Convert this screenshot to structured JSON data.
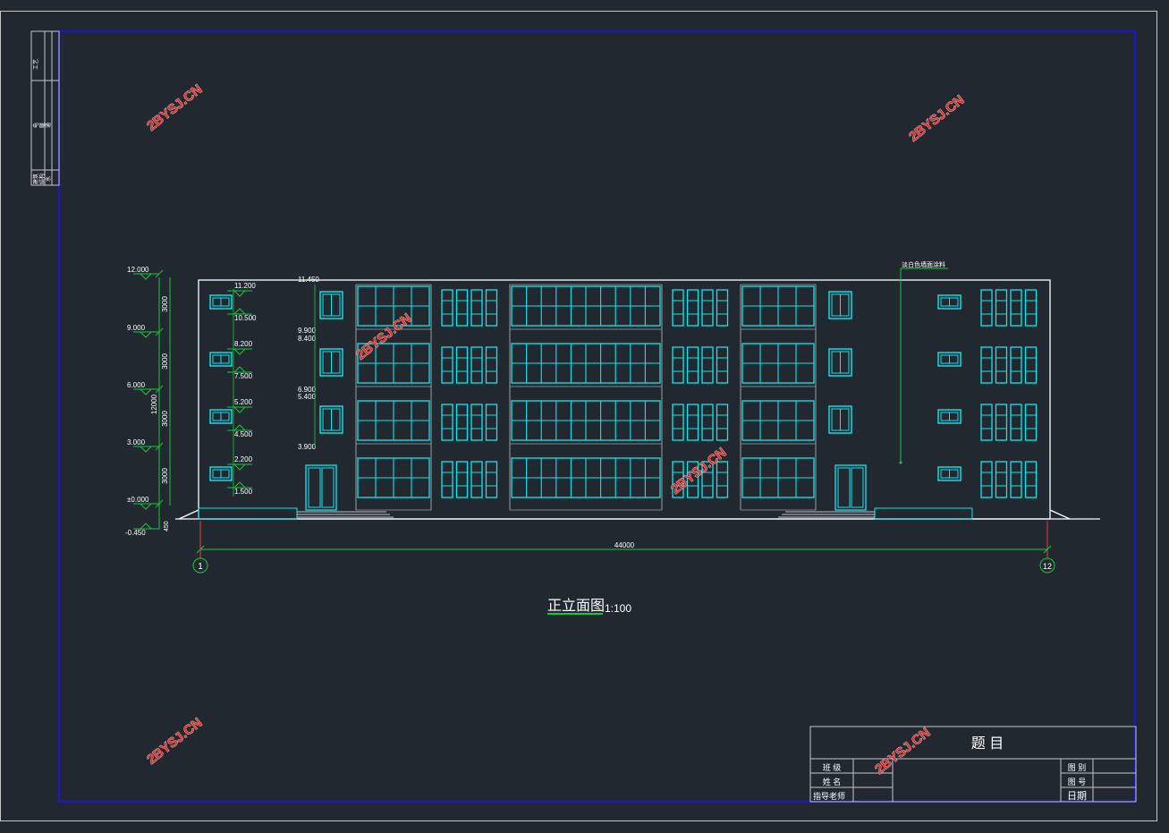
{
  "palette": {
    "background": "#212830",
    "outline": "#ffffff",
    "window": "#19e3ea",
    "dimension": "#19c83a",
    "frame": "#1a1ab8",
    "watermark": "#e2312c",
    "axis_marker": "#e8403c"
  },
  "drawing": {
    "title": "正立面图",
    "scale": "1:100",
    "total_width_dim": "44000",
    "axis_start": "1",
    "axis_end": "12",
    "side_note": "淡白色墙面涂料",
    "ground_level": "-0.450",
    "ground_height_dim": "450"
  },
  "levels": [
    "12.000",
    "9.000",
    "6.000",
    "3.000",
    "±0.000"
  ],
  "storey_dims": [
    "3000",
    "3000",
    "3000",
    "3000"
  ],
  "overall_dim": "12000",
  "col1_marks": [
    "11.200",
    "10.500",
    "8.200",
    "7.500",
    "5.200",
    "4.500",
    "2.200",
    "1.500"
  ],
  "col2_marks": [
    "11.450",
    "9.900",
    "8.400",
    "6.900",
    "5.400",
    "3.900"
  ],
  "watermark": "2BYSJ.CN",
  "title_block": {
    "header": "题 目",
    "rows_left": [
      {
        "label": "班 级",
        "value": ""
      },
      {
        "label": "姓 名",
        "value": ""
      },
      {
        "label": "指导老师",
        "value": ""
      }
    ],
    "rows_right": [
      {
        "label": "图 别",
        "value": ""
      },
      {
        "label": "图 号",
        "value": ""
      },
      {
        "label": "日期",
        "value": ""
      }
    ]
  },
  "left_strip": [
    "工艺",
    "电",
    "暖",
    "通",
    "建筑",
    "结构",
    "水"
  ]
}
